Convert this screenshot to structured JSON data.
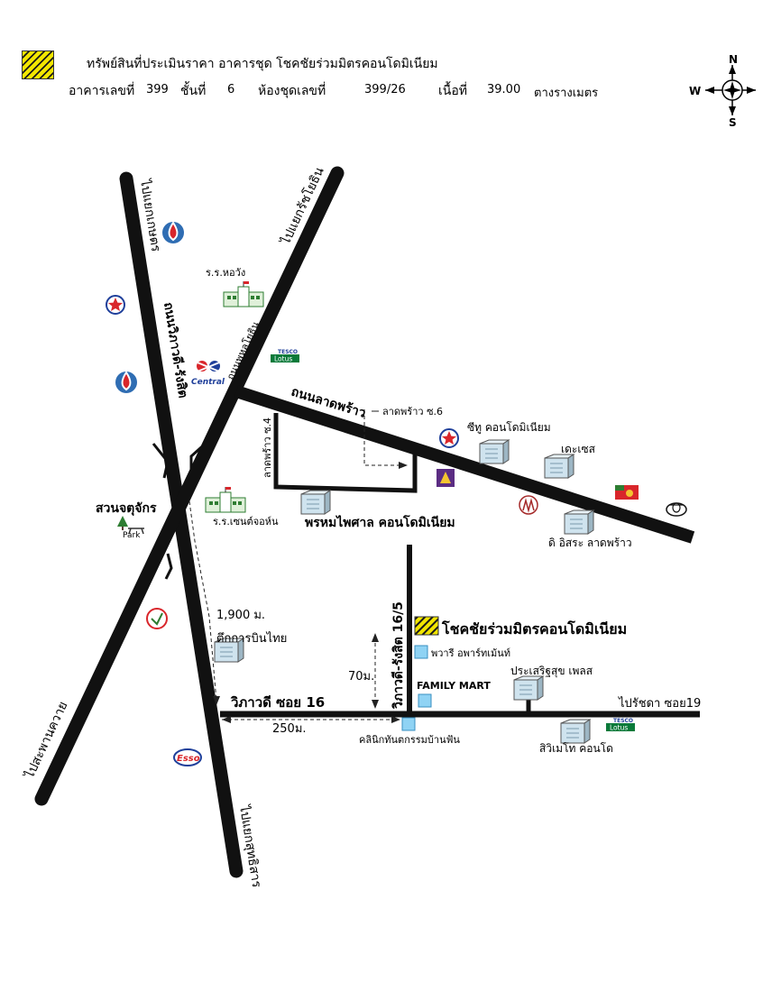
{
  "header": {
    "legend_text": "ทรัพย์สินที่ประเมินราคา อาคารชุด โชคชัยร่วมมิตรคอนโดมิเนียม",
    "building_label": "อาคารเลขที่",
    "building_no": "399",
    "floor_label": "ชั้นที่",
    "floor_no": "6",
    "unit_label": "ห้องชุดเลขที่",
    "unit_no": "399/26",
    "area_label": "เนื้อที่",
    "area_value": "39.00",
    "area_unit": "ตางรางเมตร"
  },
  "compass": {
    "n": "N",
    "w": "W",
    "s": "S"
  },
  "roads": {
    "kaset": "ไปแยกเกษตร",
    "ratchayothin": "ไปแยกรัชโยธิน",
    "vibhavadi_main": "ถนนวิภาวดี-รังสิต",
    "phahonyothin": "ถนนพหลโยธิน",
    "ladprao": "ถนนลาดพร้าว",
    "ladprao_soi6": "ลาดพร้าว ซ.6",
    "ladprao_soi4": "ลาดพร้าว ซ.4",
    "saphan_kwai": "ไปสะพานควาย",
    "sutthisan": "ไปแยกสุทธิสาร",
    "vibhavadi_soi16": "วิภาวดี ซอย 16",
    "vibhavadi_165": "วิภาวดี-รังสิต 16/5",
    "ratchada_soi19": "ไปรัชดา ซอย19"
  },
  "places": {
    "rr_hor_wang": "ร.ร.หอวัง",
    "central": "Central",
    "tesco1": "TESCO",
    "lotus1": "Lotus",
    "tesco2": "TESCO",
    "lotus2": "Lotus",
    "suan_chatuchak": "สวนจตุจักร",
    "park": "Park",
    "rr_st_john": "ร.ร.เซนต์จอห์น",
    "phrom_phaisan": "พรหมไพศาล คอนโดมิเนียม",
    "citi_condo": "ซีทู คอนโดมิเนียม",
    "dekhasel": "เดะเซส",
    "di_issara": "ดิ อิสระ ลาดพร้าว",
    "thai_airways": "ตึกการบินไทย",
    "chokchai": "โชคชัยร่วมมิตรคอนโดมิเนียม",
    "pawari": "พวารี อพาร์ทเม้นท์",
    "family_mart": "FAMILY MART",
    "prasertsuk": "ประเสริฐสุข เพลส",
    "dental_clinic": "คลินิกทันตกรรมบ้านฟัน",
    "city_home": "สิวิเมโท คอนโด",
    "esso": "Esso"
  },
  "distances": {
    "d1900": "1,900 ม.",
    "d250": "250ม.",
    "d70": "70ม."
  },
  "colors": {
    "road": "#111111",
    "legend_yellow": "#f2e600",
    "ptt_blue": "#2f6db3",
    "ptt_red": "#d9262b",
    "small_building_blue": "#8fd3f4",
    "tesco_green": "#0a7a3a",
    "central_red": "#d9262b",
    "central_blue": "#1f3f9a"
  },
  "icons": [
    "ptt-icon",
    "caltex-star-icon",
    "school-icon",
    "central-icon",
    "tesco-lotus-icon",
    "building-icon",
    "tree-icon",
    "pttep-icon",
    "esso-icon",
    "toyota-icon",
    "bank-icon",
    "compass-icon"
  ]
}
